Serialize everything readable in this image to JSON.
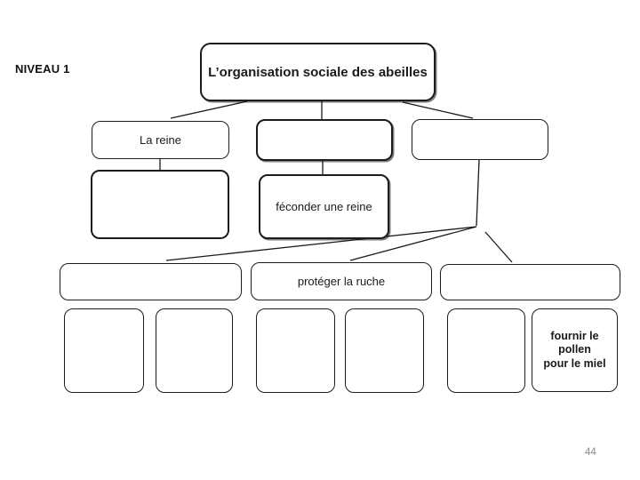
{
  "page": {
    "level_label": "NIVEAU 1",
    "page_number": "44"
  },
  "diagram": {
    "title": "L’organisation sociale des abeilles",
    "level2": [
      {
        "label": "La reine"
      },
      {
        "label": ""
      },
      {
        "label": ""
      }
    ],
    "level3": [
      {
        "label": ""
      },
      {
        "label": "féconder une reine"
      }
    ],
    "level4": [
      {
        "label": ""
      },
      {
        "label": "protéger la ruche"
      },
      {
        "label": ""
      }
    ],
    "level5": [
      {
        "label": ""
      },
      {
        "label": ""
      },
      {
        "label": ""
      },
      {
        "label": ""
      },
      {
        "label": ""
      },
      {
        "label": "fournir le\npollen\npour le miel"
      }
    ]
  },
  "colors": {
    "background": "#ffffff",
    "box_border": "#1c1c1c",
    "text": "#1a1a1a",
    "connector": "#1a1a1a",
    "page_number": "#8a8a8a"
  }
}
